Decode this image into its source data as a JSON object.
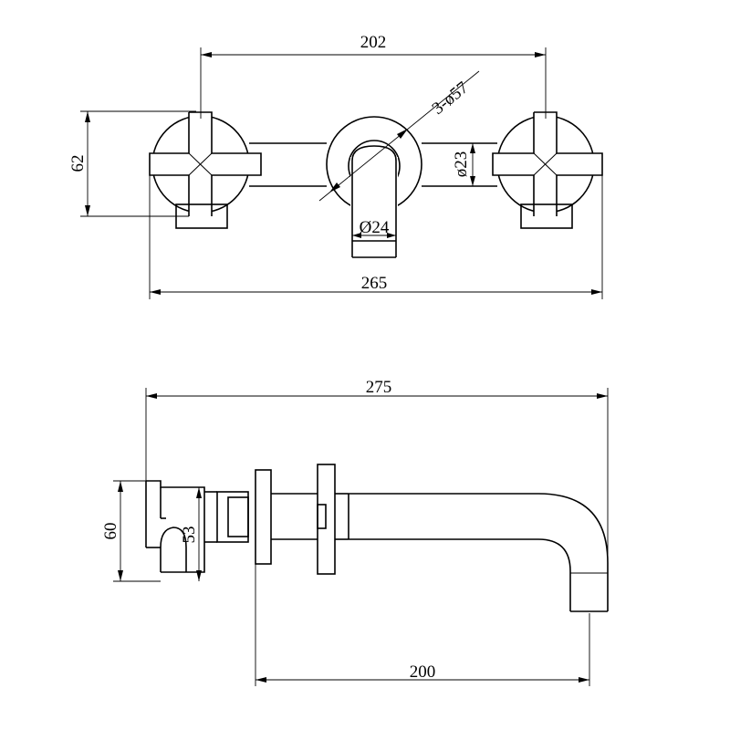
{
  "drawing": {
    "front_view": {
      "dim_handle_spacing": "202",
      "dim_rosette_diameter": "3-ø57",
      "dim_spout_diameter": "ø23",
      "dim_outlet_diameter": "Ø24",
      "dim_height": "62",
      "dim_overall_width": "265"
    },
    "side_view": {
      "dim_overall_depth": "275",
      "dim_body_height": "60",
      "dim_inner_height": "53",
      "dim_spout_reach": "200"
    }
  }
}
